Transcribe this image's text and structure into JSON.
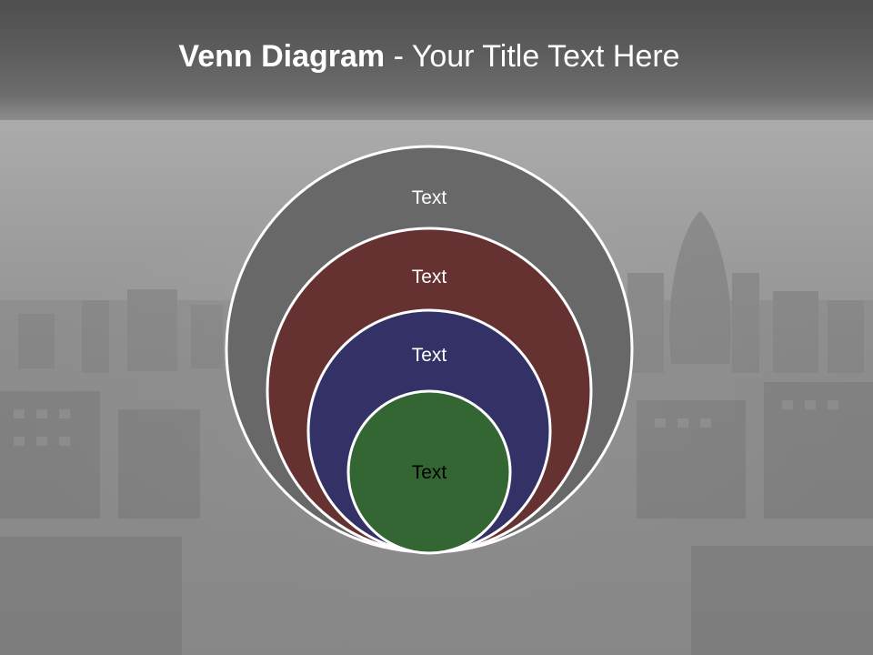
{
  "title": {
    "bold": "Venn Diagram",
    "rest": " - Your Title Text Here"
  },
  "venn": {
    "circles": [
      {
        "label": "Text",
        "color": "#686868",
        "text_color": "#ffffff"
      },
      {
        "label": "Text",
        "color": "#663131",
        "text_color": "#ffffff"
      },
      {
        "label": "Text",
        "color": "#333166",
        "text_color": "#ffffff"
      },
      {
        "label": "Text",
        "color": "#336633",
        "text_color": "#000000"
      }
    ],
    "outline_color": "#ffffff"
  }
}
